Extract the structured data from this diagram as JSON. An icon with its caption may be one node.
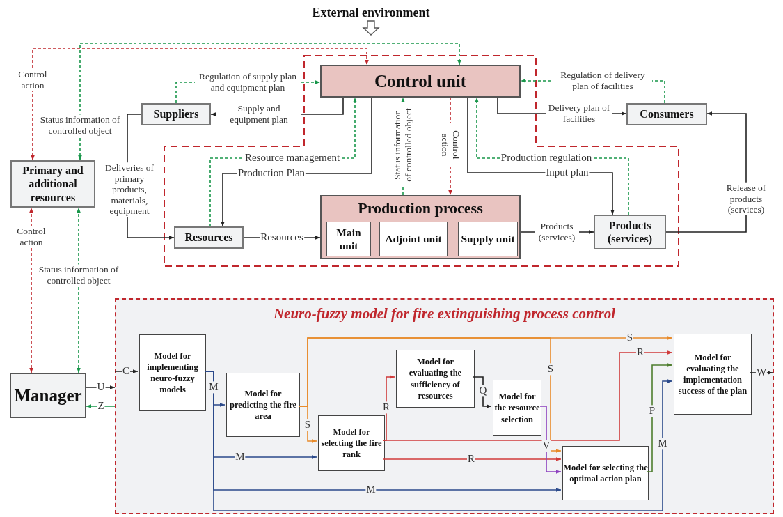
{
  "diagram": {
    "nodes": [
      {
        "text": [
          "Control unit"
        ]
      },
      {
        "text": [
          "Suppliers"
        ]
      },
      {
        "text": [
          "Consumers"
        ]
      },
      {
        "text": [
          "Primary and additional resources"
        ]
      },
      {
        "text": [
          "Resources"
        ]
      },
      {
        "text": [
          "Production process"
        ]
      },
      {
        "text": [
          "Main unit"
        ],
        "in": 5
      },
      {
        "text": [
          "Adjoint unit"
        ],
        "in": 5
      },
      {
        "text": [
          "Supply unit"
        ],
        "in": 5
      },
      {
        "text": [
          "Products (services)"
        ]
      },
      {
        "text": [
          "Manager"
        ]
      },
      {
        "text": [
          "Neuro-fuzzy model for fire extinguishing process control"
        ]
      },
      {
        "text": [
          "Model for implementing neuro-fuzzy models"
        ],
        "in": 11
      },
      {
        "text": [
          "Model for predicting the fire area"
        ],
        "in": 11
      },
      {
        "text": [
          "Model for selecting the fire rank"
        ],
        "in": 11
      },
      {
        "text": [
          "Model for evaluating the sufficiency of resources"
        ],
        "in": 11
      },
      {
        "text": [
          "Model for the resource selection"
        ],
        "in": 11
      },
      {
        "text": [
          "Model for selecting the optimal action plan"
        ],
        "in": 11
      },
      {
        "text": [
          "Model for evaluating the implementation success of the plan"
        ],
        "in": 11
      }
    ],
    "edges": [
      {
        "from": 3,
        "to": 0,
        "arrow": "both",
        "label": "Control action",
        "style": "dashed",
        "color": "#c0272d"
      },
      {
        "from": 3,
        "to": 0,
        "arrow": "both",
        "label": "Status information of controlled object",
        "style": "dashed",
        "color": "#18964a"
      },
      {
        "from": 0,
        "to": 1,
        "arrow": "to",
        "label": "Supply and equipment plan"
      },
      {
        "from": 1,
        "to": 0,
        "arrow": "to",
        "label": "Regulation of supply plan and equipment plan",
        "style": "dashed",
        "color": "#18964a"
      },
      {
        "from": 1,
        "to": 4,
        "arrow": "to",
        "label": "Deliveries of primary products, materials, equipment"
      },
      {
        "from": 0,
        "to": 4,
        "arrow": "to",
        "label": "Production Plan"
      },
      {
        "from": 4,
        "to": 0,
        "arrow": "to",
        "label": "Resource management",
        "style": "dashed",
        "color": "#18964a"
      },
      {
        "from": 4,
        "to": 5,
        "arrow": "to",
        "label": "Resources"
      },
      {
        "from": 5,
        "to": 0,
        "arrow": "to",
        "label": "Status information of controlled object",
        "style": "dashed",
        "color": "#18964a"
      },
      {
        "from": 0,
        "to": 5,
        "arrow": "to",
        "label": "Control action",
        "style": "dashed",
        "color": "#c0272d"
      },
      {
        "from": 0,
        "to": 9,
        "arrow": "to",
        "label": "Input plan"
      },
      {
        "from": 9,
        "to": 0,
        "arrow": "to",
        "label": "Production regulation",
        "style": "dashed",
        "color": "#18964a"
      },
      {
        "from": 5,
        "to": 9,
        "arrow": "to",
        "label": "Products (services)"
      },
      {
        "from": 0,
        "to": 2,
        "arrow": "to",
        "label": "Delivery plan of facilities"
      },
      {
        "from": 2,
        "to": 0,
        "arrow": "to",
        "label": "Regulation of delivery plan of facilities",
        "style": "dashed",
        "color": "#18964a"
      },
      {
        "from": 9,
        "to": 2,
        "arrow": "to",
        "label": "Release of products (services)"
      },
      {
        "from": 10,
        "to": 3,
        "arrow": "both",
        "label": "Control action",
        "style": "dashed",
        "color": "#c0272d"
      },
      {
        "from": 10,
        "to": 3,
        "arrow": "both",
        "label": "Status information of controlled object",
        "style": "dashed",
        "color": "#18964a"
      },
      {
        "from": 10,
        "to": 11,
        "arrow": "to",
        "label": "U"
      },
      {
        "from": 11,
        "to": 10,
        "arrow": "to",
        "label": "Z",
        "color": "#18964a"
      },
      {
        "from": 11,
        "to": 12,
        "arrow": "to",
        "label": "C"
      },
      {
        "from": 12,
        "to": 13,
        "arrow": "to",
        "label": "M",
        "color": "#2b4a8b"
      },
      {
        "from": 12,
        "to": 14,
        "arrow": "to",
        "label": "M",
        "color": "#2b4a8b"
      },
      {
        "from": 12,
        "to": 17,
        "arrow": "to",
        "label": "M",
        "color": "#2b4a8b"
      },
      {
        "from": 12,
        "to": 18,
        "arrow": "to",
        "label": "M",
        "color": "#2b4a8b"
      },
      {
        "from": 13,
        "to": 14,
        "arrow": "to",
        "label": "S",
        "color": "#e88a2a"
      },
      {
        "from": 13,
        "to": 18,
        "arrow": "to",
        "label": "S",
        "color": "#e88a2a"
      },
      {
        "from": 13,
        "to": 17,
        "arrow": "to",
        "label": "S",
        "color": "#e88a2a"
      },
      {
        "from": 14,
        "to": 15,
        "arrow": "to",
        "label": "R",
        "color": "#d03a3a"
      },
      {
        "from": 14,
        "to": 18,
        "arrow": "to",
        "label": "R",
        "color": "#d03a3a"
      },
      {
        "from": 14,
        "to": 17,
        "arrow": "to",
        "label": "R",
        "color": "#d03a3a"
      },
      {
        "from": 15,
        "to": 16,
        "arrow": "to",
        "label": "Q"
      },
      {
        "from": 16,
        "to": 17,
        "arrow": "to",
        "label": "V",
        "color": "#8c3fbf"
      },
      {
        "from": 17,
        "to": 18,
        "arrow": "to",
        "label": "P",
        "color": "#4e7d2e"
      },
      {
        "from": 18,
        "to": null,
        "arrow": "to",
        "label": "W"
      }
    ],
    "labels": [
      "External environment"
    ]
  }
}
